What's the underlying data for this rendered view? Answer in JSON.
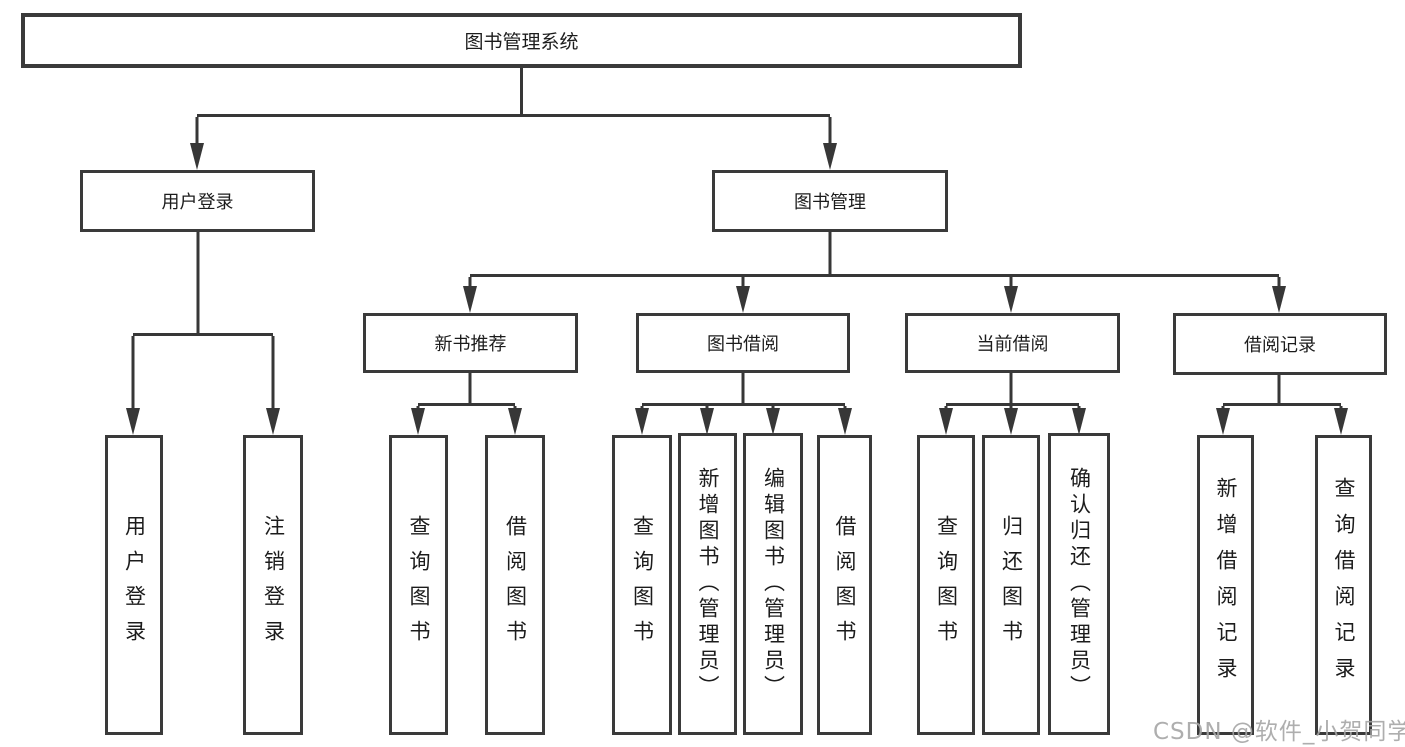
{
  "diagram": {
    "root": {
      "label": "图书管理系统"
    },
    "branches": [
      {
        "id": "user-login",
        "label": "用户登录",
        "children": [
          "用户登录",
          "注销登录"
        ]
      },
      {
        "id": "book-management",
        "label": "图书管理",
        "sections": [
          {
            "id": "new-book-recommend",
            "label": "新书推荐",
            "children": [
              "查询图书",
              "借阅图书"
            ]
          },
          {
            "id": "book-borrowing",
            "label": "图书借阅",
            "children": [
              "查询图书",
              "新增图书（管理员）",
              "编辑图书（管理员）",
              "借阅图书"
            ]
          },
          {
            "id": "current-borrowing",
            "label": "当前借阅",
            "children": [
              "查询图书",
              "归还图书",
              "确认归还（管理员）"
            ]
          },
          {
            "id": "borrowing-records",
            "label": "借阅记录",
            "children": [
              "新增借阅记录",
              "查询借阅记录"
            ]
          }
        ]
      }
    ]
  },
  "watermark": "CSDN @软件_小贺同学",
  "colors": {
    "line": "#373737",
    "text": "#1c1c1c",
    "watermark": "#a5a5a5",
    "background": "#ffffff"
  }
}
